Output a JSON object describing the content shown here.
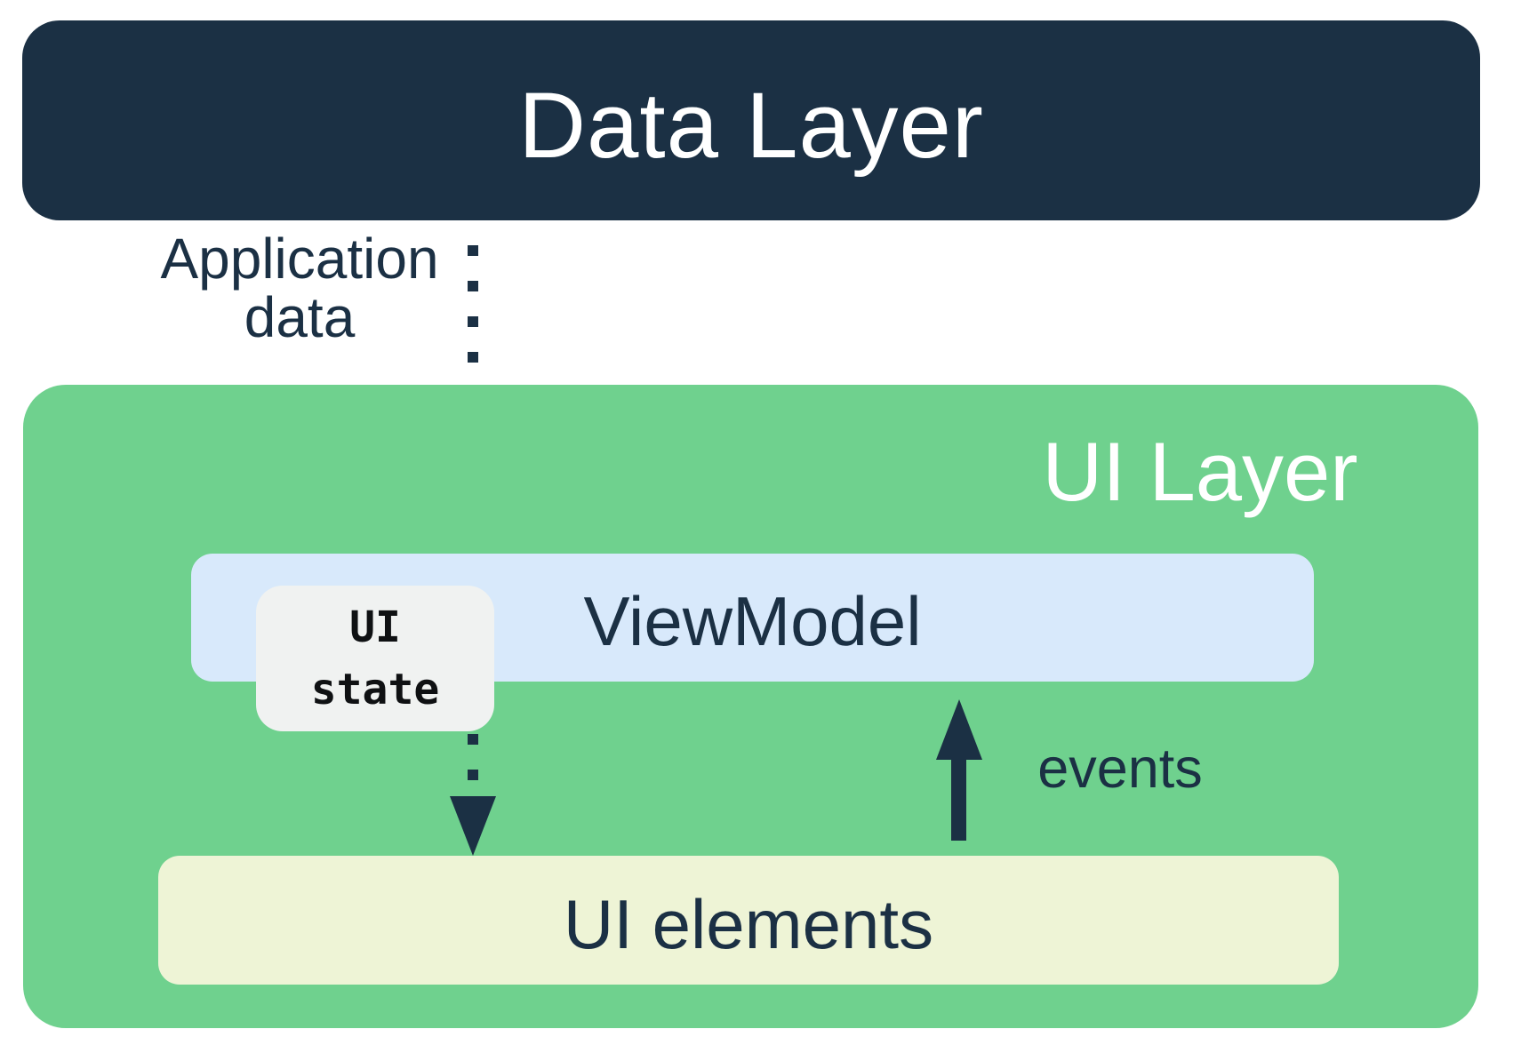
{
  "palette": {
    "navy": "#1B3044",
    "green": "#6FD18E",
    "light_blue": "#D8E9FB",
    "pale_yellow": "#EEF4D6",
    "light_grey": "#F0F2F1",
    "white": "#FFFFFF",
    "black": "#0F1113"
  },
  "diagram": {
    "data_layer": {
      "label": "Data Layer"
    },
    "application_data": {
      "lines": [
        "Application",
        "data"
      ]
    },
    "ui_layer": {
      "label": "UI Layer"
    },
    "viewmodel": {
      "label": "ViewModel"
    },
    "ui_state": {
      "lines": [
        "UI",
        "state"
      ]
    },
    "ui_elements": {
      "label": "UI elements"
    },
    "events": {
      "label": "events"
    }
  }
}
